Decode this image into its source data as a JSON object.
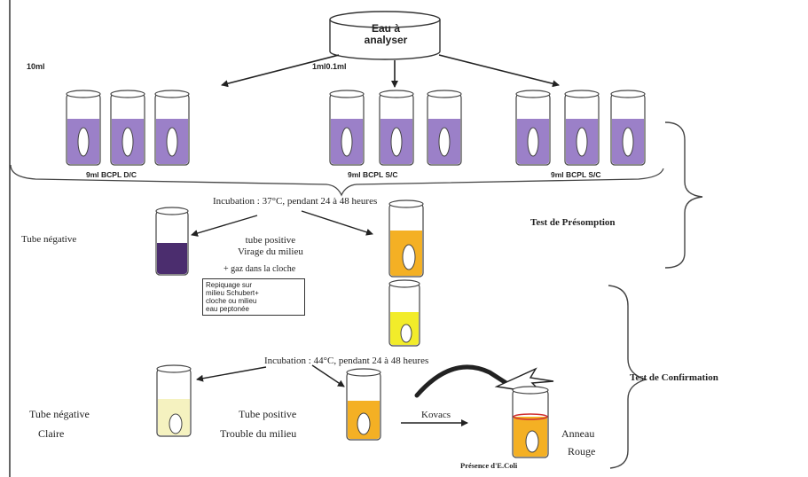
{
  "source": {
    "line1": "Eau à",
    "line2": "analyser"
  },
  "volumes": {
    "left": "10ml",
    "center": "1ml0.1ml"
  },
  "media": {
    "left": "9ml BCPL D/C",
    "center": "9ml BCPL S/C",
    "right": "9ml BCPL S/C"
  },
  "incubation1": "Incubation : 37°C, pendant 24 à 48 heures",
  "presumption": {
    "negative": "Tube négative",
    "positive_line1": "tube positive",
    "positive_line2": "Virage du milieu",
    "positive_line3": "+ gaz dans la cloche",
    "test_label": "Test de Présomption"
  },
  "subculture_box": [
    "Repiquage sur",
    "milieu Schubert+",
    "cloche ou milieu",
    "eau peptonée"
  ],
  "incubation2": "Incubation : 44°C, pendant 24 à 48 heures",
  "confirmation": {
    "negative_line1": "Tube négative",
    "negative_line2": "Claire",
    "positive_line1": "Tube positive",
    "positive_line2": "Trouble du milieu",
    "reagent": "Kovacs",
    "ring_line1": "Anneau",
    "ring_line2": "Rouge",
    "presence": "Présence d'E.Coli",
    "test_label": "Test de Confirmation"
  },
  "colors": {
    "purple_medium": "#9B80C8",
    "dark_purple": "#4B2D6E",
    "yellow_orange": "#F4B024",
    "yellow": "#F2EC2A",
    "pale_yellow": "#F5F2C0",
    "red_ring": "#D03030"
  }
}
